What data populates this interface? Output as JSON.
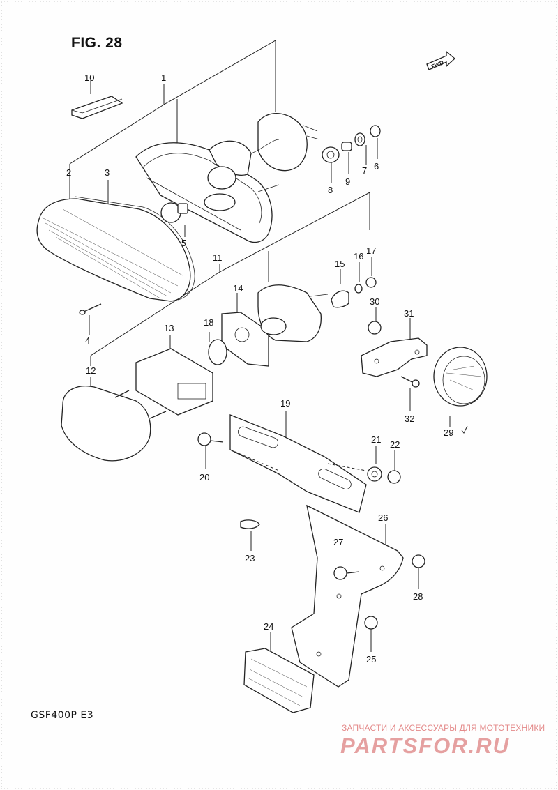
{
  "figure": {
    "title": "FIG. 28",
    "model": "GSF400P  E3",
    "fwd_label": "FWD"
  },
  "callouts": [
    "1",
    "2",
    "3",
    "4",
    "5",
    "6",
    "7",
    "8",
    "9",
    "10",
    "11",
    "12",
    "13",
    "14",
    "15",
    "16",
    "17",
    "18",
    "19",
    "20",
    "21",
    "22",
    "23",
    "24",
    "25",
    "26",
    "27",
    "28",
    "29",
    "30",
    "31",
    "32"
  ],
  "watermark": {
    "tagline": "ЗАПЧАСТИ И АКСЕССУАРЫ ДЛЯ МОТОТЕХНИКИ",
    "logo": "PARTSFOR.RU"
  },
  "colors": {
    "ink": "#222222",
    "watermark": "#e5a0a0"
  }
}
